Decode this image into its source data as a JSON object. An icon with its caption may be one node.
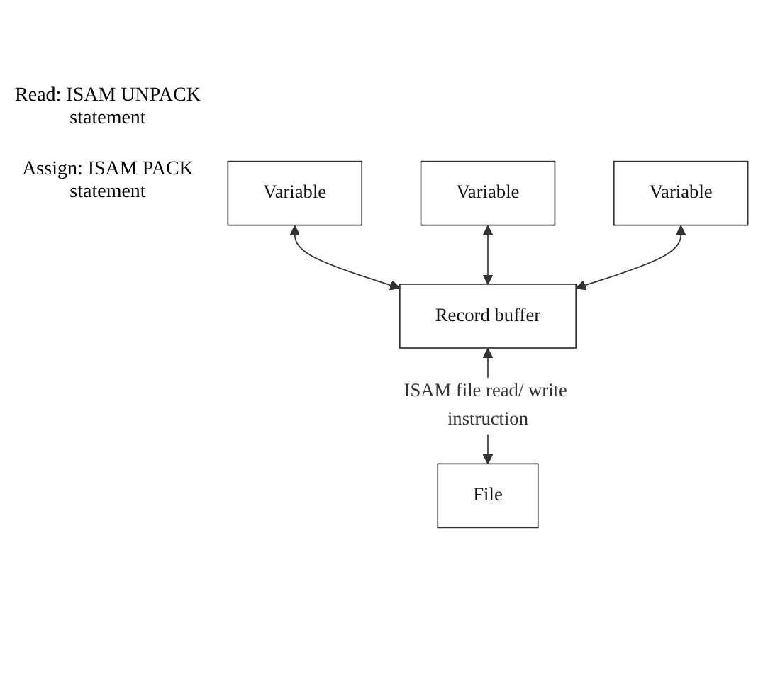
{
  "diagram": {
    "nodes": [
      {
        "text": [
          "Variable"
        ]
      },
      {
        "text": [
          "Variable"
        ]
      },
      {
        "text": [
          "Variable"
        ]
      },
      {
        "text": [
          "Record buffer"
        ]
      },
      {
        "text": [
          "File"
        ]
      }
    ],
    "edges": [
      {
        "from": 0,
        "to": 3,
        "arrow": "both"
      },
      {
        "from": 1,
        "to": 3,
        "arrow": "both"
      },
      {
        "from": 2,
        "to": 3,
        "arrow": "both"
      },
      {
        "from": 3,
        "to": 4,
        "arrow": "both",
        "label": "ISAM file read/ write instruction"
      }
    ],
    "labels": [
      "Read: ISAM UNPACK statement",
      "Assign: ISAM PACK statement"
    ]
  }
}
